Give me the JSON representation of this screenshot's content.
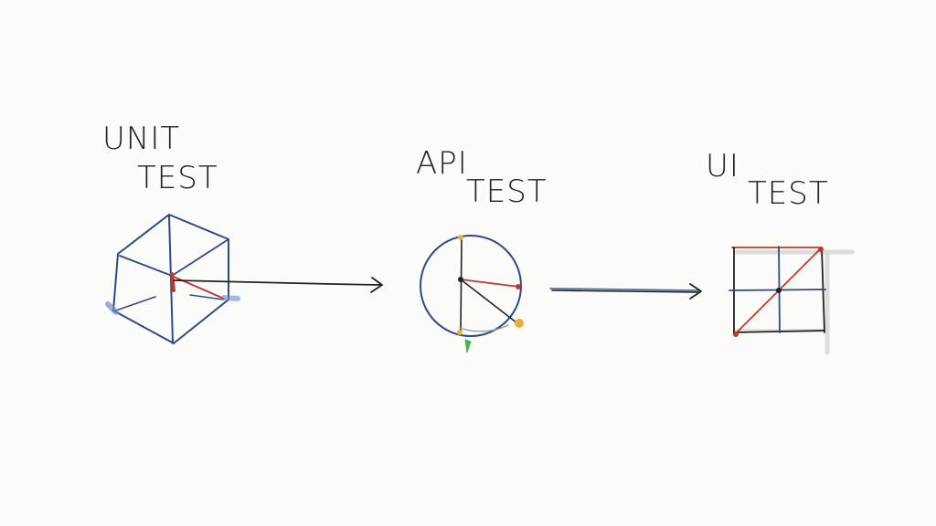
{
  "labels": {
    "unit_1": "UNIT",
    "unit_2": "TEST",
    "api_1": "API",
    "api_2": "TEST",
    "ui_1": "UI",
    "ui_2": "TEST"
  },
  "colors": {
    "ink": "#222222",
    "blue": "#2c4a8c",
    "red": "#c0392b",
    "yellow": "#e8b13a",
    "green": "#4caf50",
    "light_gray": "#d9d9d6",
    "background": "#fbfbf9"
  },
  "icons": {
    "unit": "cube-icon",
    "api": "circle-clock-icon",
    "ui": "grid-icon"
  }
}
